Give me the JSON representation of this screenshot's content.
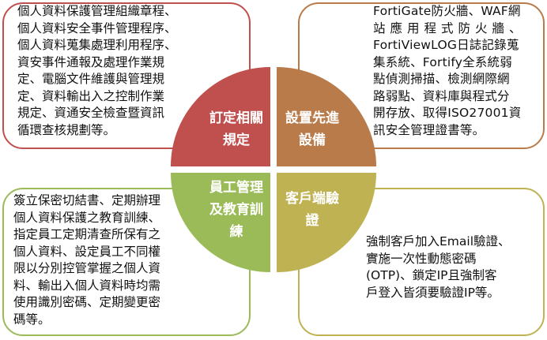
{
  "colors": {
    "red": "#c0504d",
    "brown": "#b97b4a",
    "green": "#9bbb59",
    "olive": "#bfb252"
  },
  "quadrants": {
    "top_left": {
      "label": [
        "訂定相關",
        "規定"
      ],
      "text": [
        "個人資料保護管理組織章程、",
        "個人資料安全事件管理程序、",
        "個人資料蒐集處理利用程序、",
        "資安事件通報及處理作業規",
        "定、電腦文件維護與管理規",
        "定、資料輸出入之控制作業",
        "規定、資通安全檢查暨資訊",
        "循環查核規劃等。"
      ]
    },
    "top_right": {
      "label": [
        "設置先進",
        "設備"
      ],
      "text": [
        "FortiGate防火牆、WAF網",
        "站應用程式防火牆、",
        "FortiViewLOG日誌記錄蒐",
        "集系統、Fortify全系統弱",
        "點偵測掃描、檢測網際網",
        "路弱點、資料庫與程式分",
        "開存放、取得ISO27001資",
        "訊安全管理證書等。"
      ]
    },
    "bottom_left": {
      "label": [
        "員工管理",
        "及教育訓",
        "練"
      ],
      "text": [
        "簽立保密切結書、定期辦理",
        "個人資料保護之教育訓練、",
        "指定員工定期清查所保有之",
        "個人資料、設定員工不同權",
        "限以分別控管掌握之個人資",
        "料、輸出入個人資料時均需",
        "使用識別密碼、定期變更密",
        "碼等。"
      ]
    },
    "bottom_right": {
      "label": [
        "客戶端驗",
        "證"
      ],
      "text": [
        "強制客戶加入Email驗證、",
        "實施一次性動態密碼",
        "(OTP)、鎖定IP且強制客",
        "戶登入皆須要驗證IP等。"
      ]
    }
  }
}
